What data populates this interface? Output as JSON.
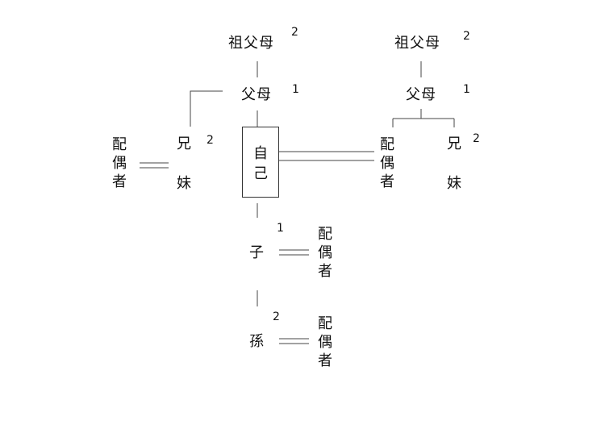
{
  "labels": {
    "grandparents": "祖父母",
    "parents": "父母",
    "self": "自己",
    "siblings": "兄妹",
    "spouse": "配偶者",
    "child": "子",
    "grandchild": "孫"
  },
  "degrees": {
    "left_grandparents": "2",
    "left_parents": "1",
    "left_siblings": "2",
    "right_grandparents": "2",
    "right_parents": "1",
    "right_siblings": "2",
    "child": "1",
    "grandchild": "2"
  },
  "colors": {
    "line": "#444444",
    "text": "#111111"
  }
}
